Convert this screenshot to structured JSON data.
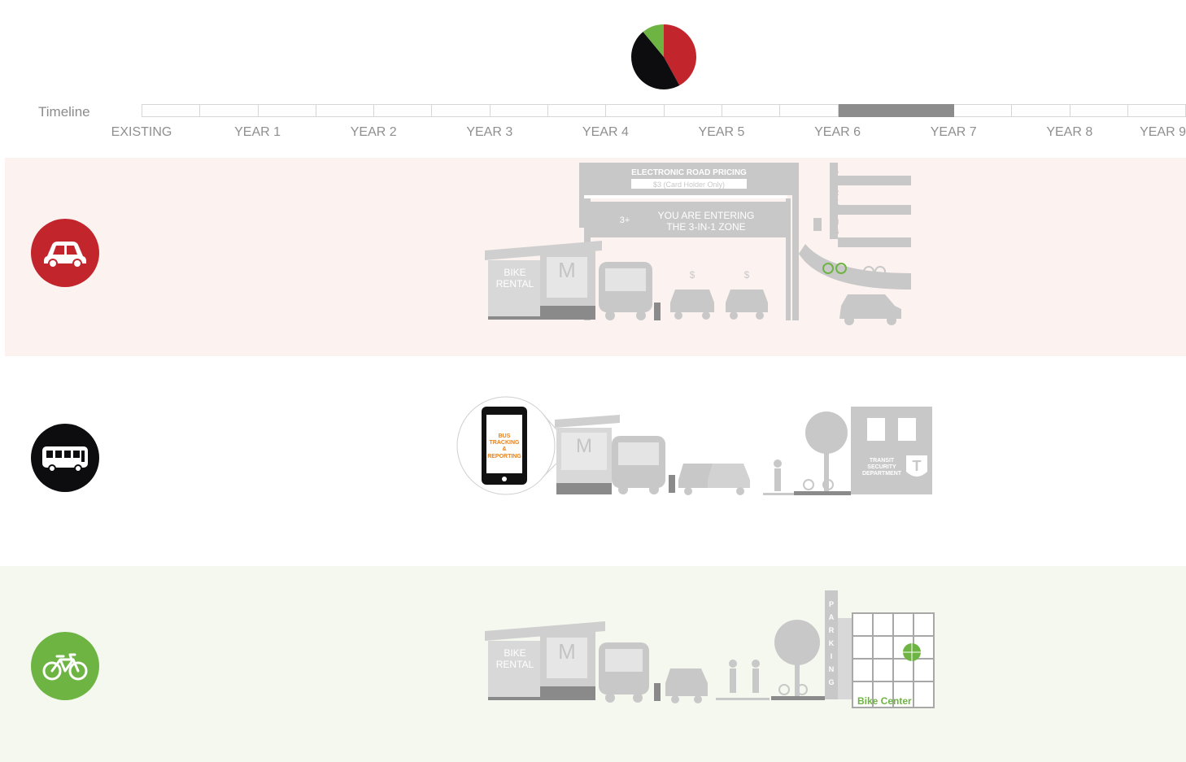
{
  "chart_data": {
    "type": "pie",
    "values": [
      42,
      47,
      11
    ],
    "colors": [
      "#c3252d",
      "#0d0d0f",
      "#6eb443"
    ]
  },
  "timeline": {
    "label": "Timeline",
    "years": [
      "EXISTING",
      "YEAR 1",
      "YEAR 2",
      "YEAR 3",
      "YEAR 4",
      "YEAR 5",
      "YEAR 6",
      "YEAR 7",
      "YEAR 8",
      "YEAR 9"
    ],
    "active_range": [
      "YEAR 6",
      "YEAR 7"
    ],
    "active_color": "#8c8c8c"
  },
  "modes": [
    {
      "name": "car",
      "icon": "car-icon",
      "color": "#c3252d"
    },
    {
      "name": "bus",
      "icon": "bus-icon",
      "color": "#0d0d0f"
    },
    {
      "name": "bike",
      "icon": "bicycle-icon",
      "color": "#6eb443"
    }
  ],
  "car_scene": {
    "erp_title": "ELECTRONIC ROAD PRICING",
    "erp_sub": "$3 (Card Holder Only)",
    "zone_line1": "YOU ARE ENTERING",
    "zone_line2": "THE 3-IN-1 ZONE",
    "hov_badge": "3+",
    "bike_rental_line1": "BIKE",
    "bike_rental_line2": "RENTAL",
    "toll_symbol": "$",
    "parking_letters": [
      "P",
      "A",
      "R",
      "K",
      "I",
      "N",
      "G"
    ]
  },
  "bus_scene": {
    "phone_line1": "BUS",
    "phone_line2": "TRACKING",
    "phone_line3": "&",
    "phone_line4": "REPORTING",
    "security_line1": "TRANSIT",
    "security_line2": "SECURITY",
    "security_line3": "DEPARTMENT",
    "security_badge": "T"
  },
  "bike_scene": {
    "bike_rental_line1": "BIKE",
    "bike_rental_line2": "RENTAL",
    "parking_letters": [
      "P",
      "A",
      "R",
      "K",
      "I",
      "N",
      "G"
    ],
    "bike_center": "Bike Center"
  }
}
